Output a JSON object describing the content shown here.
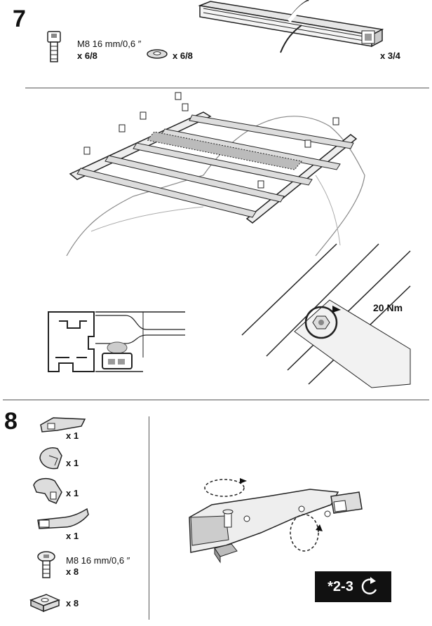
{
  "step7": {
    "number": "7",
    "bolt_spec": "M8 16 mm/0,6 ″",
    "bolt_qty": "x 6/8",
    "washer_qty": "x 6/8",
    "rail_qty": "x 3/4",
    "torque": "20 Nm"
  },
  "step8": {
    "number": "8",
    "parts": [
      {
        "qty": "x 1"
      },
      {
        "qty": "x 1"
      },
      {
        "qty": "x 1"
      },
      {
        "qty": "x 1"
      }
    ],
    "bolt_spec": "M8 16 mm/0,6 ″",
    "bolt_qty": "x 8",
    "nut_qty": "x 8",
    "repeat_badge": "*2-3"
  }
}
